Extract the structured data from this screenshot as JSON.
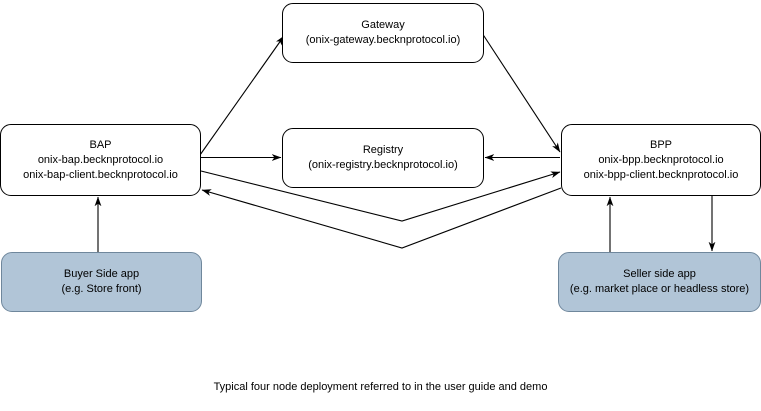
{
  "diagram": {
    "caption": "Typical four node deployment referred to in the user guide and demo",
    "nodes": {
      "gateway": {
        "title": "Gateway",
        "subtitle": "(onix-gateway.becknprotocol.io)"
      },
      "bap": {
        "title": "BAP",
        "line2": "onix-bap.becknprotocol.io",
        "line3": "onix-bap-client.becknprotocol.io"
      },
      "registry": {
        "title": "Registry",
        "subtitle": "(onix-registry.becknprotocol.io)"
      },
      "bpp": {
        "title": "BPP",
        "line2": "onix-bpp.becknprotocol.io",
        "line3": "onix-bpp-client.becknprotocol.io"
      },
      "buyer_app": {
        "title": "Buyer Side app",
        "subtitle": "(e.g. Store front)"
      },
      "seller_app": {
        "title": "Seller side app",
        "subtitle": "(e.g. market place or headless store)"
      }
    },
    "edges": [
      {
        "id": "bap-to-gateway",
        "from": "bap",
        "to": "gateway",
        "arrow": "end"
      },
      {
        "id": "gateway-to-bpp",
        "from": "gateway",
        "to": "bpp",
        "arrow": "end"
      },
      {
        "id": "bap-to-registry",
        "from": "bap",
        "to": "registry",
        "arrow": "end"
      },
      {
        "id": "bpp-to-registry",
        "from": "bpp",
        "to": "registry",
        "arrow": "end"
      },
      {
        "id": "bap-to-bpp",
        "from": "bap",
        "to": "bpp",
        "arrow": "end"
      },
      {
        "id": "bpp-to-bap",
        "from": "bpp",
        "to": "bap",
        "arrow": "end"
      },
      {
        "id": "buyer-to-bap",
        "from": "buyer_app",
        "to": "bap",
        "arrow": "end"
      },
      {
        "id": "seller-to-bpp",
        "from": "seller_app",
        "to": "bpp",
        "arrow": "end"
      },
      {
        "id": "bpp-to-seller",
        "from": "bpp",
        "to": "seller_app",
        "arrow": "end"
      }
    ],
    "colors": {
      "stroke": "#000000",
      "node_fill": "#ffffff",
      "shaded_node_fill": "#b1c5d7",
      "shaded_node_stroke": "#6f879c",
      "background": "#ffffff"
    }
  }
}
